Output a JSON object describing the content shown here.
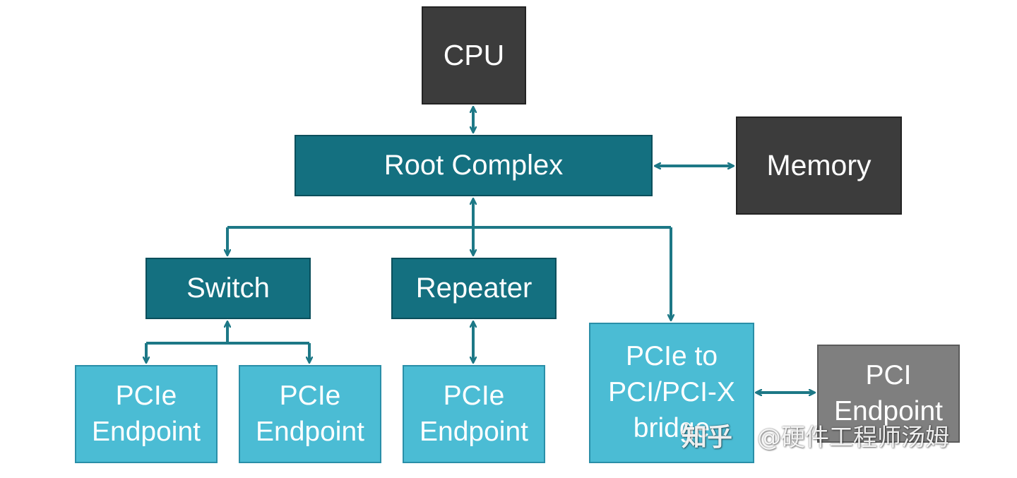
{
  "colors": {
    "connector": "#1d7886",
    "dark_box": "#3c3c3c",
    "teal_box": "#147080",
    "light_box": "#4bbcd4",
    "gray_box": "#7f7f7f"
  },
  "nodes": {
    "cpu": "CPU",
    "root_complex": "Root Complex",
    "memory": "Memory",
    "switch": "Switch",
    "repeater": "Repeater",
    "pcie_endpoint_1": "PCIe\nEndpoint",
    "pcie_endpoint_2": "PCIe\nEndpoint",
    "pcie_endpoint_3": "PCIe\nEndpoint",
    "bridge": "PCIe to\nPCI/PCI-X\nbridge",
    "pci_endpoint": "PCI\nEndpoint"
  },
  "watermark": {
    "logo": "知乎",
    "handle": "@硬件工程师汤姆"
  }
}
